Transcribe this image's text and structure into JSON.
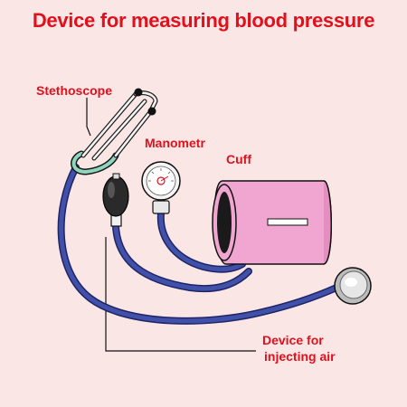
{
  "title": "Device for measuring blood pressure",
  "labels": {
    "stethoscope": "Stethoscope",
    "manometer": "Manometr",
    "cuff": "Cuff",
    "device_line1": "Device for",
    "device_line2": "injecting air"
  },
  "colors": {
    "background": "#fbe6e6",
    "title": "#e0101c",
    "tube": "#3a4aa0",
    "cuff": "#f0a6d0",
    "bulb": "#2a2a2a",
    "earpiece_tube": "#8fd6bf"
  }
}
